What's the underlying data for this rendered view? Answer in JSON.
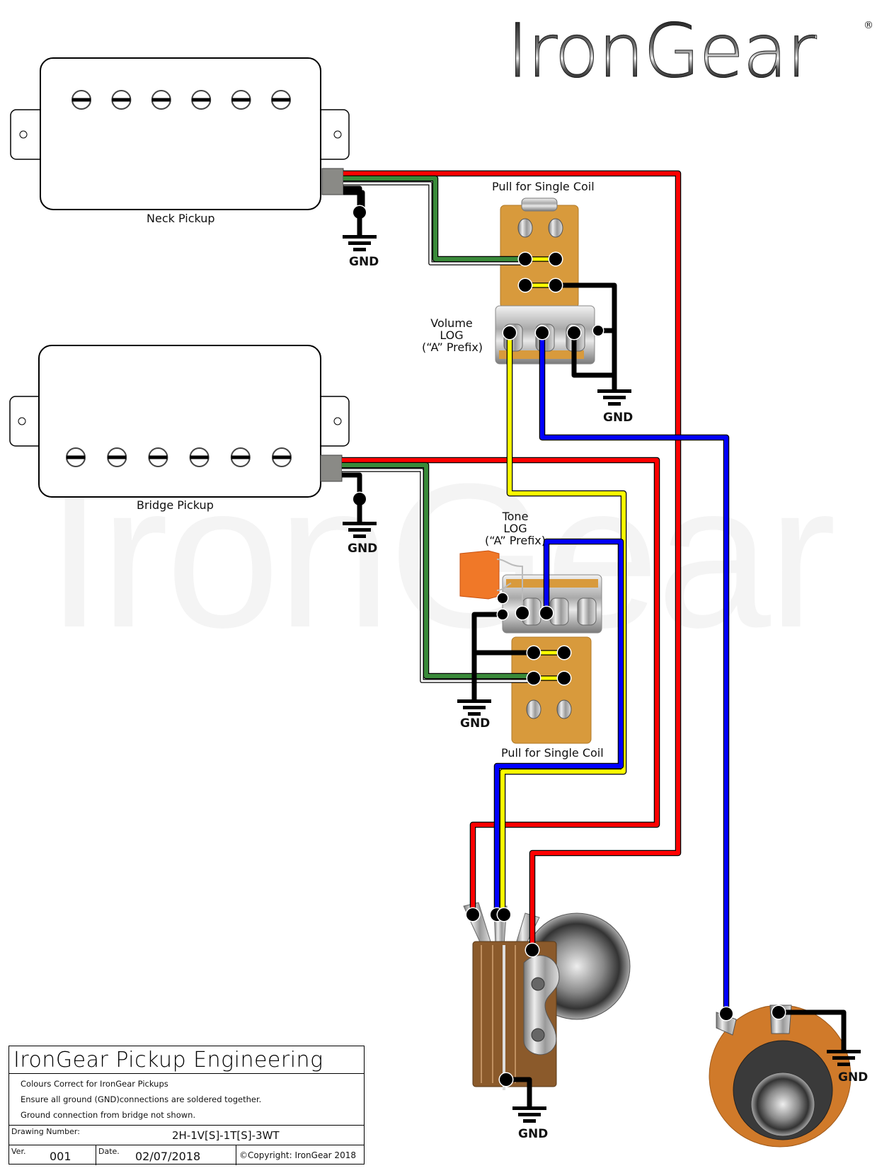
{
  "brand": {
    "logo_text": "IronGear",
    "registered_mark": "®",
    "watermark_text": "IronGear"
  },
  "colors": {
    "hot_red": "#ff0000",
    "signal_blue": "#0000ff",
    "link_yellow": "#ffff00",
    "coil_green": "#3a8a3a",
    "ground_black": "#000000",
    "bare_white": "#ffffff",
    "switch_board": "#d89a3c",
    "capacitor_orange": "#f07828",
    "pickup_leads_gray": "#8a8a86"
  },
  "pickups": {
    "neck": {
      "label": "Neck Pickup",
      "pole_count": 6
    },
    "bridge": {
      "label": "Bridge Pickup",
      "pole_count": 6
    }
  },
  "controls": {
    "volume": {
      "label_line1": "Volume",
      "label_line2": "LOG",
      "label_line3": "(“A” Prefix)",
      "switch_label": "Pull for Single Coil"
    },
    "tone": {
      "label_line1": "Tone",
      "label_line2": "LOG",
      "label_line3": "(“A” Prefix)",
      "switch_label": "Pull for Single Coil"
    }
  },
  "ground_labels": {
    "neck": "GND",
    "volume": "GND",
    "bridge": "GND",
    "tone": "GND",
    "switch_jack": "GND",
    "output_jack": "GND"
  },
  "title_block": {
    "company": "IronGear Pickup Engineering",
    "notes": [
      "Colours Correct for IronGear Pickups",
      "Ensure all ground (GND)connections are soldered together.",
      "Ground connection from bridge not shown."
    ],
    "drawing_number_label": "Drawing Number:",
    "drawing_number": "2H-1V[S]-1T[S]-3WT",
    "version_label": "Ver.",
    "version": "001",
    "date_label": "Date.",
    "date": "02/07/2018",
    "copyright": "©Copyright: IronGear 2018"
  }
}
